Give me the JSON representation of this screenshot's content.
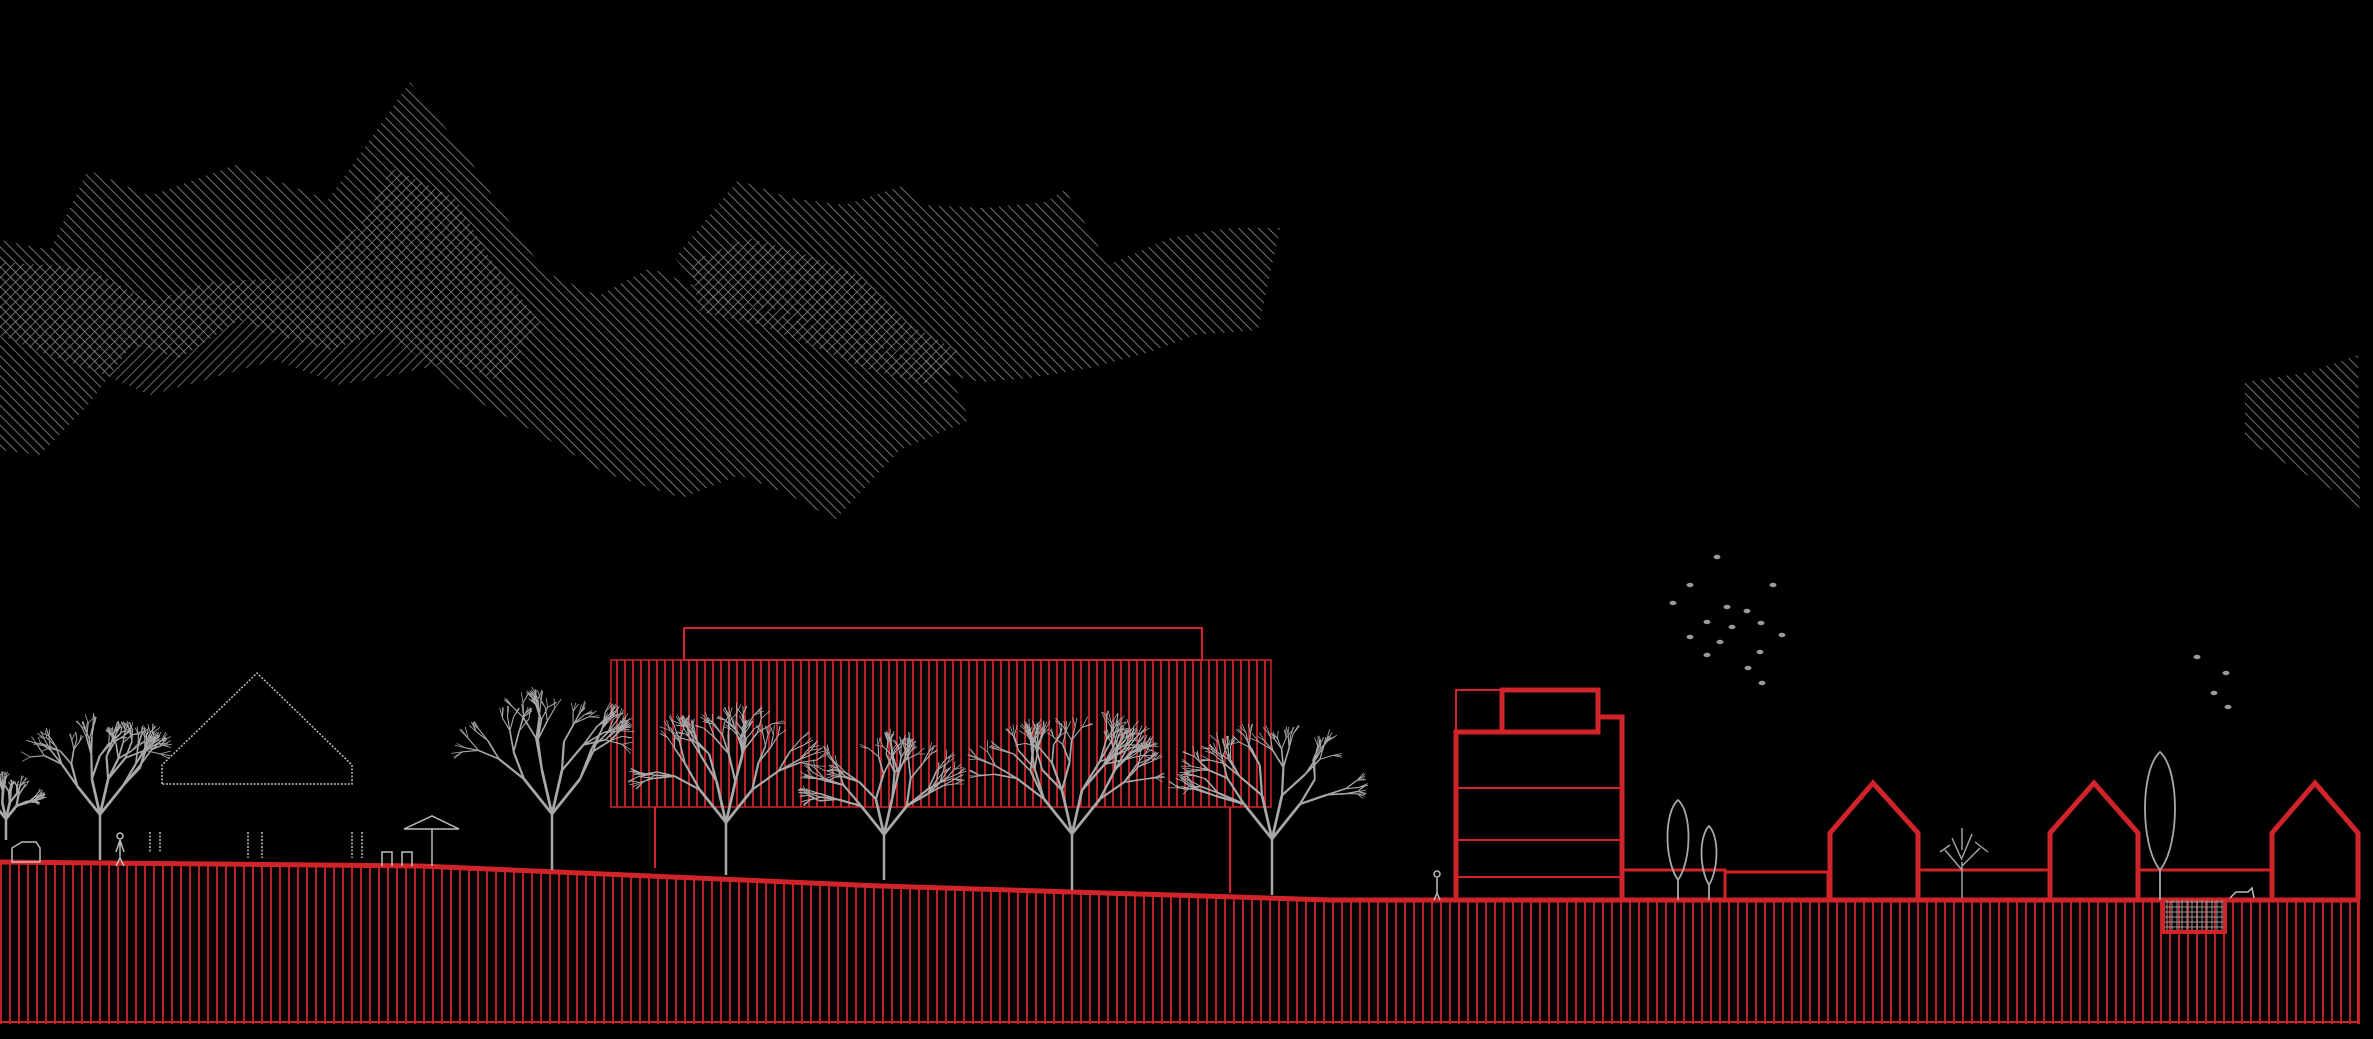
{
  "drawing": {
    "kind": "architectural site section",
    "colors": {
      "background": "#000000",
      "section_red": "#d0242a",
      "context_grey": "#9a9a9a",
      "mountain_hatch": "#8e8e8e"
    },
    "elements": {
      "mountains": "mountain-range-hatch",
      "main_building": "civic-hall-section",
      "housing": "pitched-roof-houses",
      "mid_rise": "mid-rise-block-section",
      "vegetation": "deciduous-trees",
      "birds": "bird-flock"
    },
    "counts": {
      "pitched_houses": 3,
      "deciduous_trees": 8,
      "cypress_trees": 3
    }
  }
}
